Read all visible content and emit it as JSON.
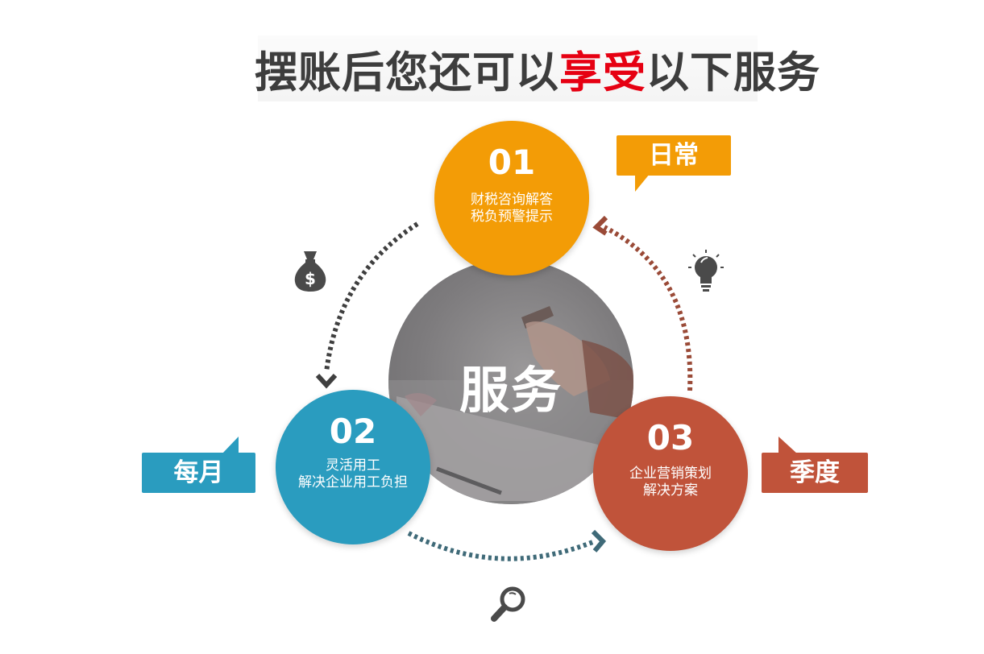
{
  "title": {
    "part1": "摆账后您还可以",
    "highlight": "享受",
    "part2": "以下服务"
  },
  "center_label": "服务",
  "nodes": [
    {
      "number": "01",
      "lines": [
        "财税咨询解答",
        "税负预警提示"
      ],
      "color": "#f39c06"
    },
    {
      "number": "02",
      "lines": [
        "灵活用工",
        "解决企业用工负担"
      ],
      "color": "#2a9cbf"
    },
    {
      "number": "03",
      "lines": [
        "企业营销策划",
        "解决方案"
      ],
      "color": "#c0533a"
    }
  ],
  "tags": {
    "daily": "日常",
    "monthly": "每月",
    "quarterly": "季度"
  },
  "icons": [
    "money-bag-icon",
    "lightbulb-icon",
    "magnifier-icon"
  ],
  "colors": {
    "title_text": "#3d3d3d",
    "title_highlight": "#e60012",
    "orange": "#f39c06",
    "blue": "#2a9cbf",
    "red": "#c0533a",
    "arrow_dark": "#3f3f3f",
    "arrow_brown": "#9a4a37",
    "arrow_teal": "#3f6a78"
  }
}
